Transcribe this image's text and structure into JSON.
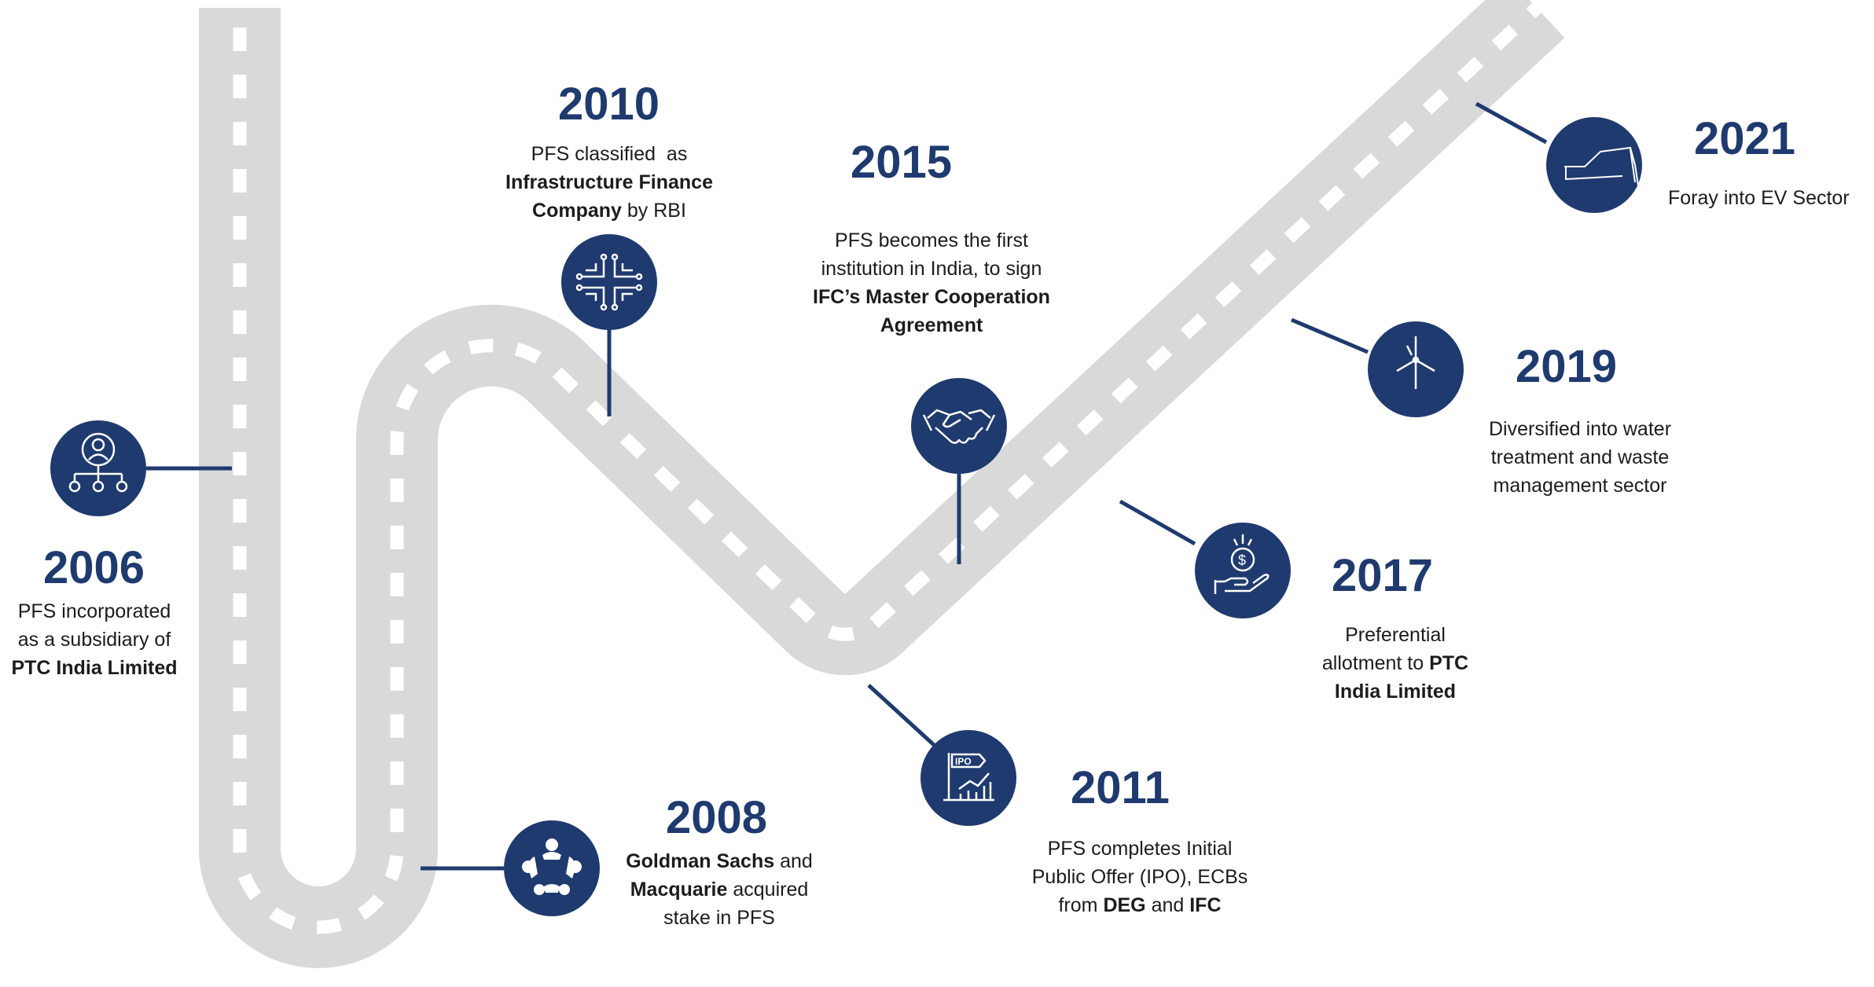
{
  "colors": {
    "road": "#d9d9d9",
    "dash": "#ffffff",
    "accent": "#1f3a6e",
    "text": "#1c1c1c"
  },
  "milestones": [
    {
      "year": "2006",
      "icon": "org-chart-person-icon",
      "line1": "PFS incorporated",
      "line2": "as a subsidiary of",
      "line3_bold": "PTC India Limited"
    },
    {
      "year": "2008",
      "icon": "team-circle-icon",
      "line1_bold": "Goldman Sachs",
      "line1_rest": " and",
      "line2_bold": "Macquarie",
      "line2_rest": " acquired",
      "line3": "stake in PFS"
    },
    {
      "year": "2010",
      "icon": "circuit-icon",
      "line1": "PFS classified  as",
      "line2_bold": "Infrastructure Finance",
      "line3_bold": "Company",
      "line3_rest": " by RBI"
    },
    {
      "year": "2011",
      "icon": "ipo-chart-icon",
      "line1": "PFS completes Initial",
      "line2": "Public Offer (IPO), ECBs",
      "line3_pre": "from ",
      "line3_bold1": "DEG",
      "line3_mid": " and ",
      "line3_bold2": "IFC"
    },
    {
      "year": "2015",
      "icon": "handshake-icon",
      "line1": "PFS becomes the first",
      "line2": "institution in India, to sign",
      "line3_bold": "IFC’s Master Cooperation",
      "line4_bold": "Agreement"
    },
    {
      "year": "2017",
      "icon": "money-hand-icon",
      "line1": "Preferential",
      "line2_pre": "allotment to ",
      "line2_bold": "PTC",
      "line3_bold": "India Limited"
    },
    {
      "year": "2019",
      "icon": "wind-turbine-icon",
      "line1": "Diversified into water",
      "line2": "treatment and waste",
      "line3": "management sector"
    },
    {
      "year": "2021",
      "icon": "ev-car-icon",
      "line1": "Foray into EV Sector"
    }
  ]
}
